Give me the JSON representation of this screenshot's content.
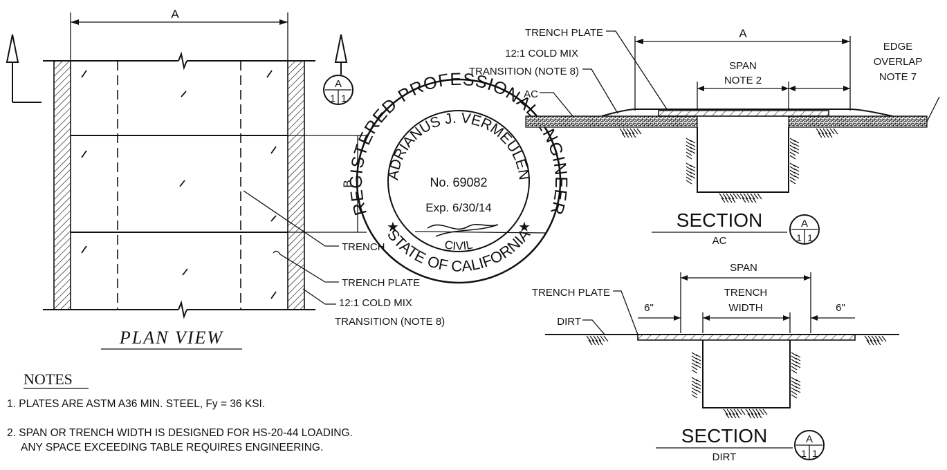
{
  "plan": {
    "dim_a": "A",
    "dim_b": "B",
    "title": "PLAN VIEW",
    "section_marker": {
      "letter": "A",
      "sheet_left": "1",
      "sheet_right": "1"
    },
    "callouts": {
      "trench": "TRENCH",
      "trench_plate": "TRENCH PLATE",
      "cold_mix_line1": "12:1 COLD MIX",
      "cold_mix_line2": "TRANSITION (NOTE 8)"
    }
  },
  "stamp": {
    "outer_top": "REGISTERED PROFESSIONAL ENGINEER",
    "outer_bottom": "STATE OF CALIFORNIA",
    "inner_top": "ADRIANUS J. VERMEULEN",
    "inner_bottom": "CIVIL",
    "license": "No. 69082",
    "expiration": "Exp. 6/30/14"
  },
  "section_ac": {
    "labels": {
      "trench_plate": "TRENCH PLATE",
      "cold_mix_line1": "12:1 COLD MIX",
      "cold_mix_line2": "TRANSITION (NOTE 8)",
      "ac": "AC",
      "dim_a": "A",
      "span_line1": "SPAN",
      "span_line2": "NOTE 2",
      "edge_line1": "EDGE",
      "edge_line2": "OVERLAP",
      "edge_line3": "NOTE 7"
    },
    "title": "SECTION",
    "subtitle": "AC",
    "marker": {
      "letter": "A",
      "sheet_left": "1",
      "sheet_right": "1"
    }
  },
  "section_dirt": {
    "labels": {
      "span": "SPAN",
      "trench_line1": "TRENCH",
      "trench_line2": "WIDTH",
      "trench_plate": "TRENCH PLATE",
      "dirt": "DIRT",
      "six_left": "6\"",
      "six_right": "6\""
    },
    "title": "SECTION",
    "subtitle": "DIRT",
    "marker": {
      "letter": "A",
      "sheet_left": "1",
      "sheet_right": "1"
    }
  },
  "notes": {
    "heading": "NOTES",
    "items": [
      "1. PLATES ARE ASTM A36 MIN. STEEL, Fy = 36 KSI.",
      "2. SPAN OR TRENCH WIDTH IS DESIGNED FOR HS-20-44 LOADING.",
      "ANY SPACE EXCEEDING TABLE REQUIRES ENGINEERING."
    ]
  }
}
